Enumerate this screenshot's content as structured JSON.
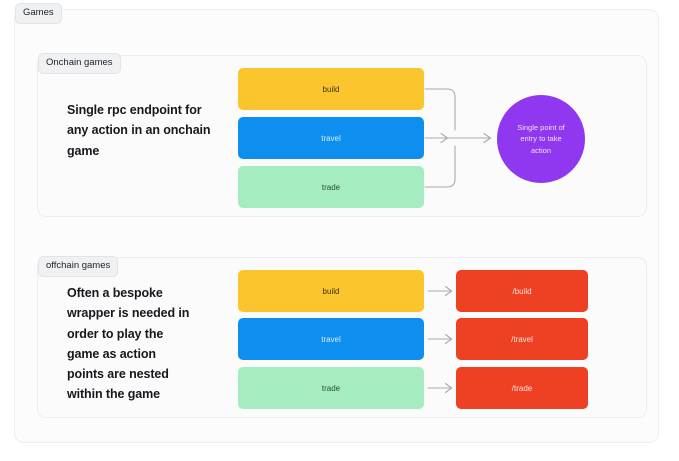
{
  "frame": {
    "badge_label": "Games"
  },
  "sections": [
    {
      "badge_label": "Onchain games",
      "description": "Single rpc endpoint for any action in an onchain game",
      "actions": [
        {
          "label": "build",
          "color": "#fbc52e"
        },
        {
          "label": "travel",
          "color": "#0e8ff0"
        },
        {
          "label": "trade",
          "color": "#a5edc0"
        }
      ],
      "hub": {
        "label": "Single point of entry to take action",
        "color": "#9038ef"
      }
    },
    {
      "badge_label": "offchain games",
      "description": "Often a bespoke wrapper is needed in order to play the game as action points are nested within the game",
      "actions": [
        {
          "label": "build",
          "color": "#fbc52e"
        },
        {
          "label": "travel",
          "color": "#0e8ff0"
        },
        {
          "label": "trade",
          "color": "#a5edc0"
        }
      ],
      "endpoints": [
        {
          "label": "/build",
          "color": "#ee4123"
        },
        {
          "label": "/travel",
          "color": "#ee4123"
        },
        {
          "label": "/trade",
          "color": "#ee4123"
        }
      ]
    }
  ],
  "colors": {
    "page_background": "#ffffff",
    "frame_background": "#fcfcfd",
    "card_background": "#fbfbfc",
    "badge_background": "#f0f1f3",
    "connector": "#a8abb0",
    "text_primary": "#16181d"
  }
}
